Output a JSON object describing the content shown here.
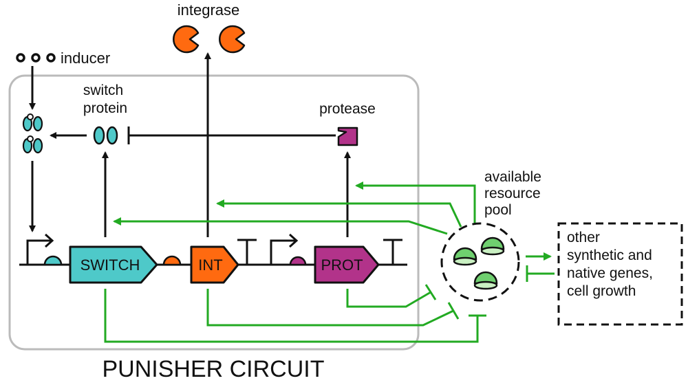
{
  "labels": {
    "integrase": "integrase",
    "inducer": "inducer",
    "switch_protein_line1": "switch",
    "switch_protein_line2": "protein",
    "protease": "protease",
    "resource_pool_line1": "available",
    "resource_pool_line2": "resource",
    "resource_pool_line3": "pool",
    "other_line1": "other",
    "other_line2": "synthetic and",
    "other_line3": "native genes,",
    "other_line4": "cell growth",
    "circuit_title": "PUNISHER CIRCUIT"
  },
  "genes": {
    "switch": "SWITCH",
    "int": "INT",
    "prot": "PROT"
  },
  "colors": {
    "switch": "#4ec9c9",
    "int": "#ff6a10",
    "prot": "#b2338a",
    "green_arrow": "#22aa22",
    "ribosome": "#6fcf6f",
    "ribosome_light": "#c9f0c2",
    "box_border": "#bbbbbb"
  }
}
